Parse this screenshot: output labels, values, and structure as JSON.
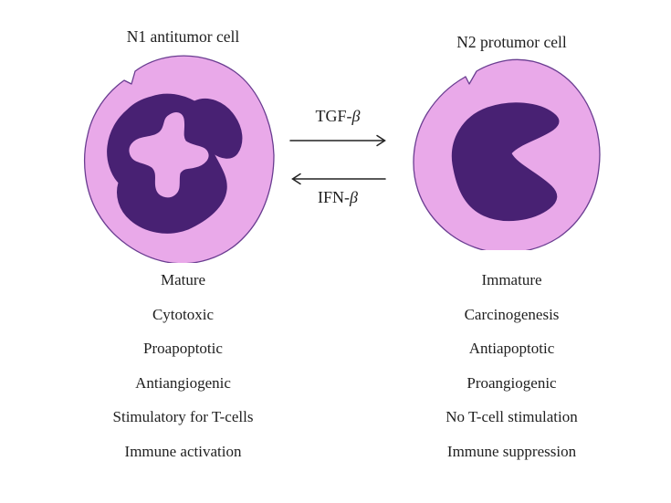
{
  "diagram": {
    "left": {
      "title": "N1 antitumor cell",
      "properties": [
        "Mature",
        "Cytotoxic",
        "Proapoptotic",
        "Antiangiogenic",
        "Stimulatory for T-cells",
        "Immune activation"
      ]
    },
    "right": {
      "title": "N2 protumor cell",
      "properties": [
        "Immature",
        "Carcinogenesis",
        "Antiapoptotic",
        "Proangiogenic",
        "No T-cell stimulation",
        "Immune suppression"
      ]
    },
    "transitions": {
      "forward": {
        "prefix": "TGF-",
        "symbol": "β",
        "direction": "left-to-right"
      },
      "reverse": {
        "prefix": "IFN-",
        "symbol": "β",
        "direction": "right-to-left"
      }
    },
    "colors": {
      "background": "#ffffff",
      "text": "#1f1f1f",
      "cytoplasm": "#e9a9e9",
      "nucleus": "#482173",
      "cell_outline": "#6a3d91",
      "arrow": "#222222"
    }
  }
}
